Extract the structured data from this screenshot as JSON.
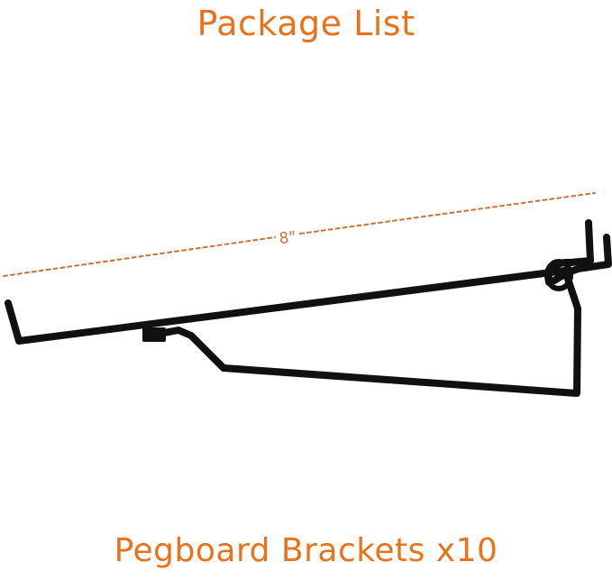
{
  "title": "Package List",
  "caption": "Pegboard Brackets x10",
  "dimension": {
    "label": "8\""
  },
  "colors": {
    "accent": "#e8731a",
    "dimension_line": "#c9733a",
    "product": "#111111",
    "background": "#ffffff"
  },
  "illustration": {
    "subject": "pegboard-bracket",
    "icon": "pegboard-bracket-icon"
  }
}
